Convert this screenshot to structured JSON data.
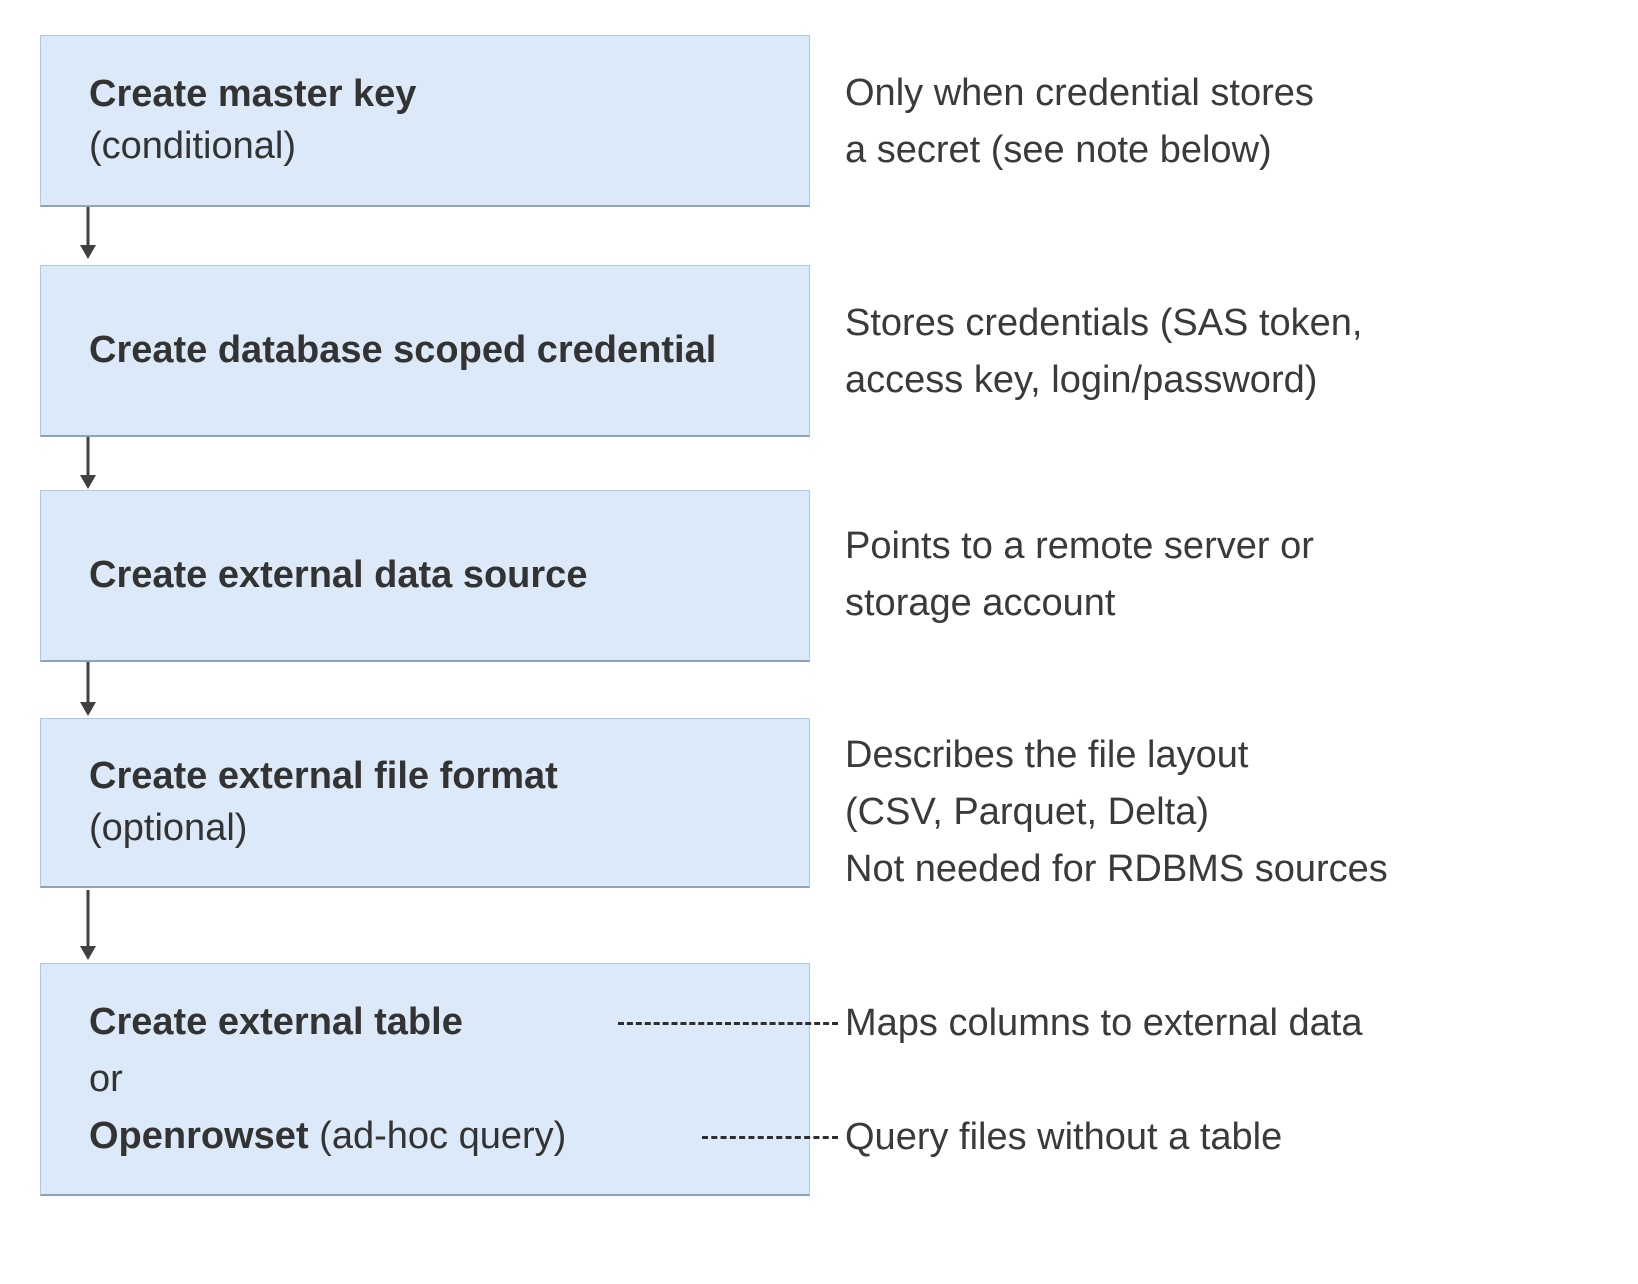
{
  "diagram": {
    "title_semantic": "External data access setup flow",
    "colors": {
      "box_fill": "#dbe9f8",
      "box_border": "#a8cbec",
      "arrow": "#404040",
      "text": "#333333"
    },
    "steps": [
      {
        "title": "Create master key",
        "subtitle": "(conditional)",
        "annotation": "Only when credential stores\na secret (see note below)"
      },
      {
        "title": "Create database scoped credential",
        "subtitle": "",
        "annotation": "Stores credentials (SAS token,\naccess key, login/password)"
      },
      {
        "title": "Create external data source",
        "subtitle": "",
        "annotation": "Points to a remote server or\nstorage account"
      },
      {
        "title": "Create external file format",
        "subtitle": "(optional)",
        "annotation": "Describes the file layout\n(CSV, Parquet, Delta)\nNot needed for RDBMS sources"
      },
      {
        "title": "Create external table",
        "or_label": "or",
        "alt_title": "Openrowset",
        "alt_suffix": " (ad-hoc query)",
        "annotation_table": "Maps columns to external data",
        "annotation_openrowset": "Query files without a table"
      }
    ]
  }
}
